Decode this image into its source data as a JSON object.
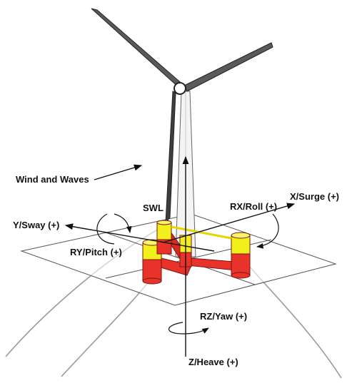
{
  "labels": {
    "wind_waves": "Wind and Waves",
    "swl": "SWL",
    "x_surge": "X/Surge (+)",
    "y_sway": "Y/Sway (+)",
    "z_heave": "Z/Heave (+)",
    "rx_roll": "RX/Roll (+)",
    "ry_pitch": "RY/Pitch (+)",
    "rz_yaw": "RZ/Yaw (+)"
  },
  "colors": {
    "hull_red": "#e8322a",
    "column_yellow": "#f2f01a",
    "line": "#1a1a1a",
    "mooring": "#9a9a9a"
  }
}
